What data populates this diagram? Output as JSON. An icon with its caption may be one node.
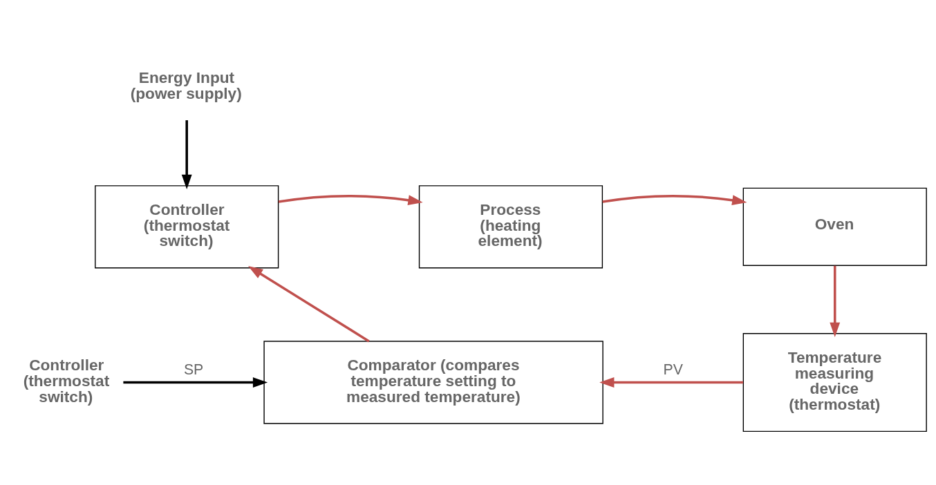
{
  "diagram": {
    "nodes": [
      {
        "text": [
          "Energy Input (power supply)"
        ]
      },
      {
        "text": [
          "Controller (thermostat switch)"
        ]
      },
      {
        "text": [
          "Process (heating element)"
        ]
      },
      {
        "text": [
          "Oven"
        ]
      },
      {
        "text": [
          "Temperature measuring device (thermostat)"
        ]
      },
      {
        "text": [
          "Comparator (compares temperature setting to measured temperature)"
        ]
      },
      {
        "text": [
          "Controller (thermostat switch)"
        ]
      }
    ],
    "edges": [
      {
        "from": 0,
        "to": 1,
        "arrow": "to",
        "color": "#000000"
      },
      {
        "from": 1,
        "to": 2,
        "arrow": "to"
      },
      {
        "from": 2,
        "to": 3,
        "arrow": "to"
      },
      {
        "from": 3,
        "to": 4,
        "arrow": "to"
      },
      {
        "from": 4,
        "to": 5,
        "arrow": "to",
        "label": "PV"
      },
      {
        "from": 6,
        "to": 5,
        "arrow": "to",
        "label": "SP",
        "color": "#000000"
      },
      {
        "from": 5,
        "to": 1,
        "arrow": "to"
      }
    ]
  }
}
